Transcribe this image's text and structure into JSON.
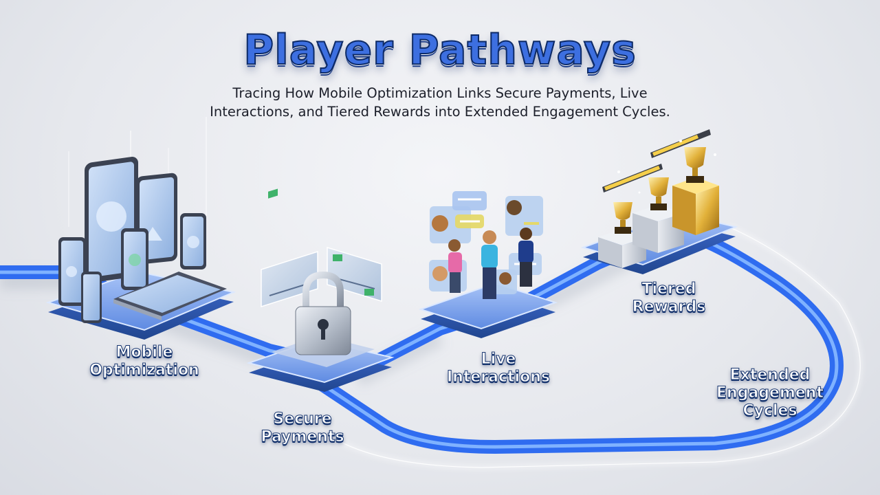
{
  "title": "Player Pathways",
  "subtitle_line1": "Tracing How Mobile Optimization Links Secure Payments, Live",
  "subtitle_line2": "Interactions, and Tiered Rewards into Extended Engagement Cycles.",
  "stages": {
    "mobile": {
      "line1": "Mobile",
      "line2": "Optimization"
    },
    "secure": {
      "line1": "Secure",
      "line2": "Payments"
    },
    "live": {
      "line1": "Live",
      "line2": "Interactions"
    },
    "tiered": {
      "line1": "Tiered",
      "line2": "Rewards"
    },
    "extended": {
      "line1": "Extended",
      "line2": "Engagement",
      "line3": "Cycles"
    }
  },
  "colors": {
    "pathway": "#2f6cf0",
    "pathway_glow": "#7fb2ff",
    "platform": "#4f7fe0",
    "gold": "#e2b13a",
    "title": "#3d6fe0"
  }
}
